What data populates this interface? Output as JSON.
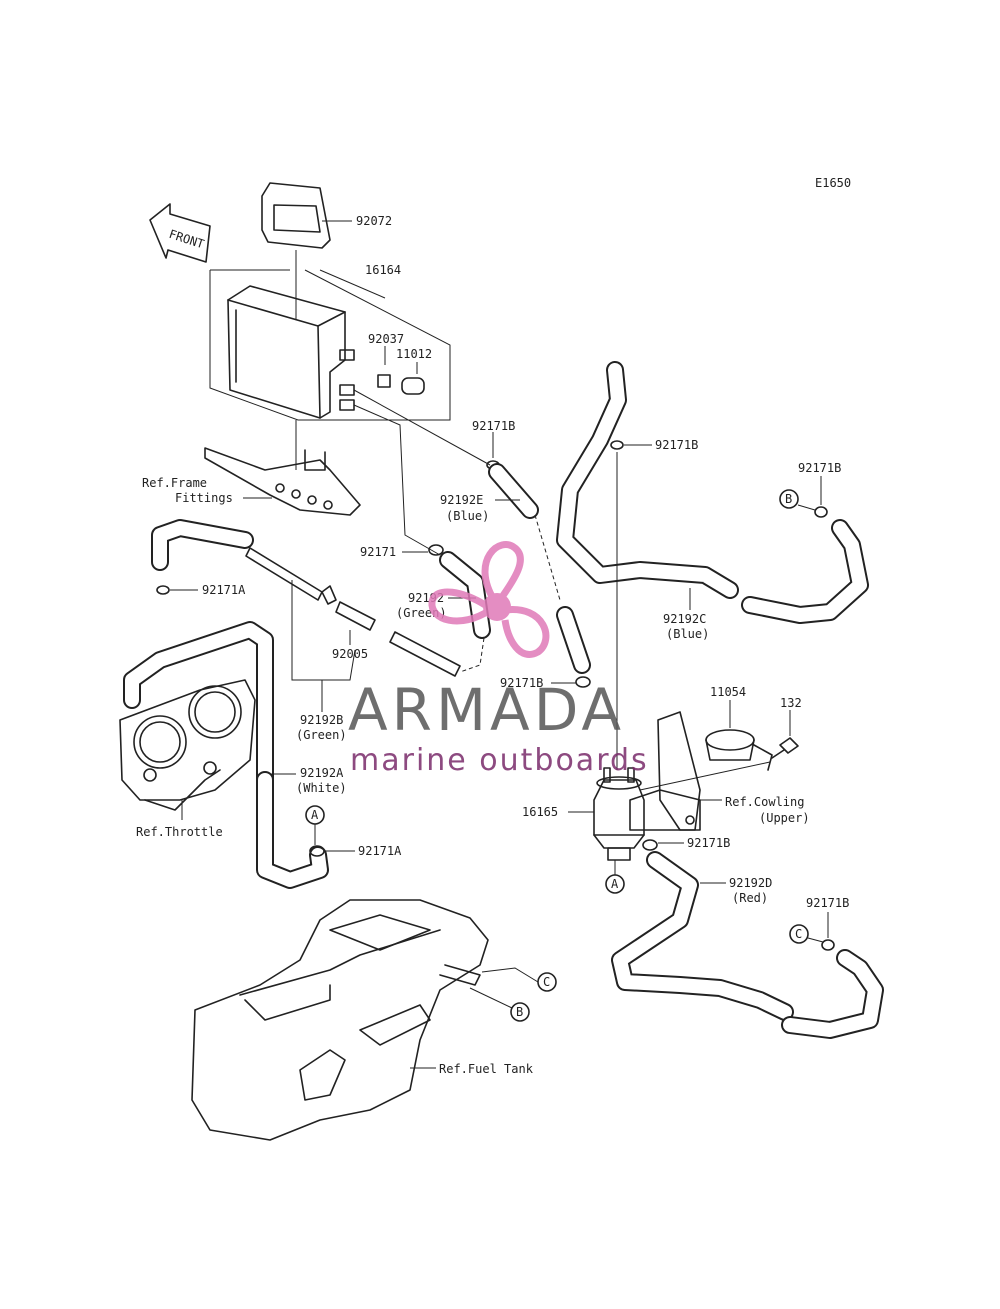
{
  "diagram_code": "E1650",
  "front_label": "FRONT",
  "parts": {
    "p92072": "92072",
    "p16164": "16164",
    "p92037": "92037",
    "p11012": "11012",
    "p92171B_a": "92171B",
    "p92171B_b": "92171B",
    "p92171B_c": "92171B",
    "p92171B_d": "92171B",
    "p92171B_e": "92171B",
    "p92171B_f": "92171B",
    "p92192E": "92192E",
    "p92192E_color": "(Blue)",
    "p92171": "92171",
    "p92192": "92192",
    "p92192_color": "(Green)",
    "p92171A_a": "92171A",
    "p92171A_b": "92171A",
    "p92005": "92005",
    "p92192B": "92192B",
    "p92192B_color": "(Green)",
    "p92192A": "92192A",
    "p92192A_color": "(White)",
    "p92192C": "92192C",
    "p92192C_color": "(Blue)",
    "p11054": "11054",
    "p132": "132",
    "p16165": "16165",
    "p92192D": "92192D",
    "p92192D_color": "(Red)"
  },
  "refs": {
    "frame_1": "Ref.Frame",
    "frame_2": "Fittings",
    "throttle": "Ref.Throttle",
    "cowling_1": "Ref.Cowling",
    "cowling_2": "(Upper)",
    "fuel_tank": "Ref.Fuel Tank"
  },
  "markers": {
    "a": "A",
    "b": "B",
    "c": "C"
  },
  "watermark": {
    "brand": "ARMADA",
    "tagline": "marine outboards",
    "brand_color": "#555555",
    "accent_color": "#e07ab8"
  }
}
